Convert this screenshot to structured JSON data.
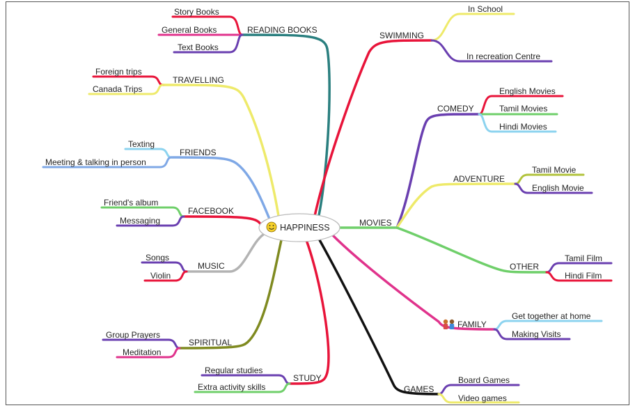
{
  "center": {
    "label": "HAPPINESS",
    "icon": "smiley-icon"
  },
  "colors": {
    "red": "#e8143a",
    "teal": "#2a7f7f",
    "purple": "#6a3fb0",
    "yellow": "#eeea6a",
    "pink": "#e0338c",
    "green": "#6fcf6a",
    "lightblue": "#8cd3ef",
    "blue": "#7fa8e6",
    "gray": "#b3b3b3",
    "olive": "#7f8a20",
    "black": "#111111",
    "lime": "#b2c33c"
  },
  "branches": {
    "reading": {
      "label": "READING BOOKS",
      "children": [
        "Story Books",
        "General Books",
        "Text Books"
      ]
    },
    "travelling": {
      "label": "TRAVELLING",
      "children": [
        "Foreign trips",
        "Canada Trips"
      ]
    },
    "friends": {
      "label": "FRIENDS",
      "children": [
        "Texting",
        "Meeting & talking in person"
      ]
    },
    "facebook": {
      "label": "FACEBOOK",
      "children": [
        "Friend's album",
        "Messaging"
      ]
    },
    "music": {
      "label": "MUSIC",
      "children": [
        "Songs",
        "Violin"
      ]
    },
    "spiritual": {
      "label": "SPIRITUAL",
      "children": [
        "Group Prayers",
        "Meditation"
      ]
    },
    "study": {
      "label": "STUDY",
      "children": [
        "Regular studies",
        "Extra activity skills"
      ]
    },
    "swimming": {
      "label": "SWIMMING",
      "children": [
        "In School",
        "In recreation Centre"
      ]
    },
    "movies": {
      "label": "MOVIES",
      "comedy": {
        "label": "COMEDY",
        "children": [
          "English Movies",
          "Tamil Movies",
          "Hindi Movies"
        ]
      },
      "adventure": {
        "label": "ADVENTURE",
        "children": [
          "Tamil Movie",
          "English Movie"
        ]
      },
      "other": {
        "label": "OTHER",
        "children": [
          "Tamil Film",
          "Hindi Film"
        ]
      }
    },
    "family": {
      "label": "FAMILY",
      "icon": "family-icon",
      "children": [
        "Get together at home",
        "Making Visits"
      ]
    },
    "games": {
      "label": "GAMES",
      "children": [
        "Board Games",
        "Video games"
      ]
    }
  }
}
